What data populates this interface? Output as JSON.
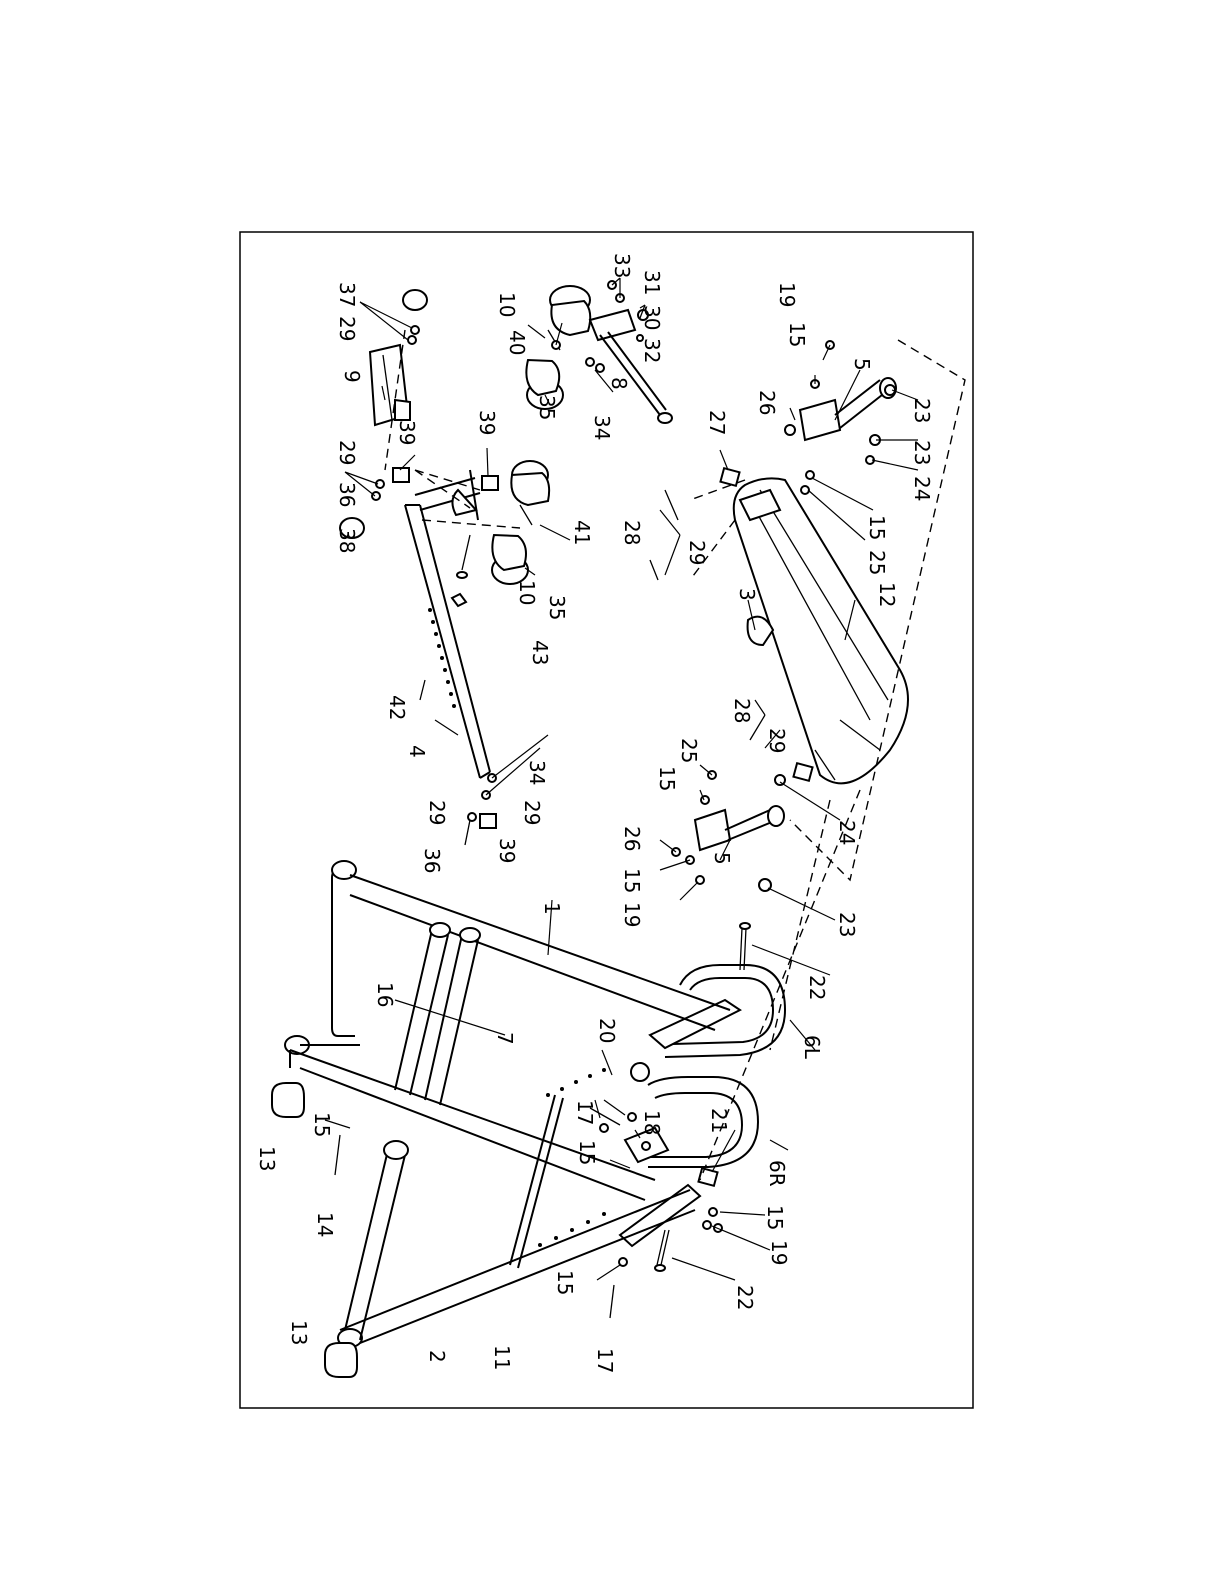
{
  "diagram": {
    "callouts": [
      "37",
      "29",
      "9",
      "29",
      "36",
      "38",
      "39",
      "39",
      "10",
      "40",
      "35",
      "34",
      "33",
      "31",
      "30",
      "32",
      "8",
      "10",
      "41",
      "35",
      "43",
      "42",
      "4",
      "34",
      "29",
      "29",
      "39",
      "36",
      "19",
      "15",
      "5",
      "26",
      "23",
      "23",
      "24",
      "15",
      "25",
      "27",
      "28",
      "29",
      "12",
      "3",
      "28",
      "29",
      "25",
      "15",
      "26",
      "15",
      "19",
      "5",
      "24",
      "23",
      "1",
      "16",
      "7",
      "20",
      "17",
      "18",
      "15",
      "21",
      "6R",
      "6L",
      "22",
      "15",
      "13",
      "14",
      "13",
      "2",
      "11",
      "15",
      "17",
      "15",
      "19",
      "22"
    ]
  }
}
